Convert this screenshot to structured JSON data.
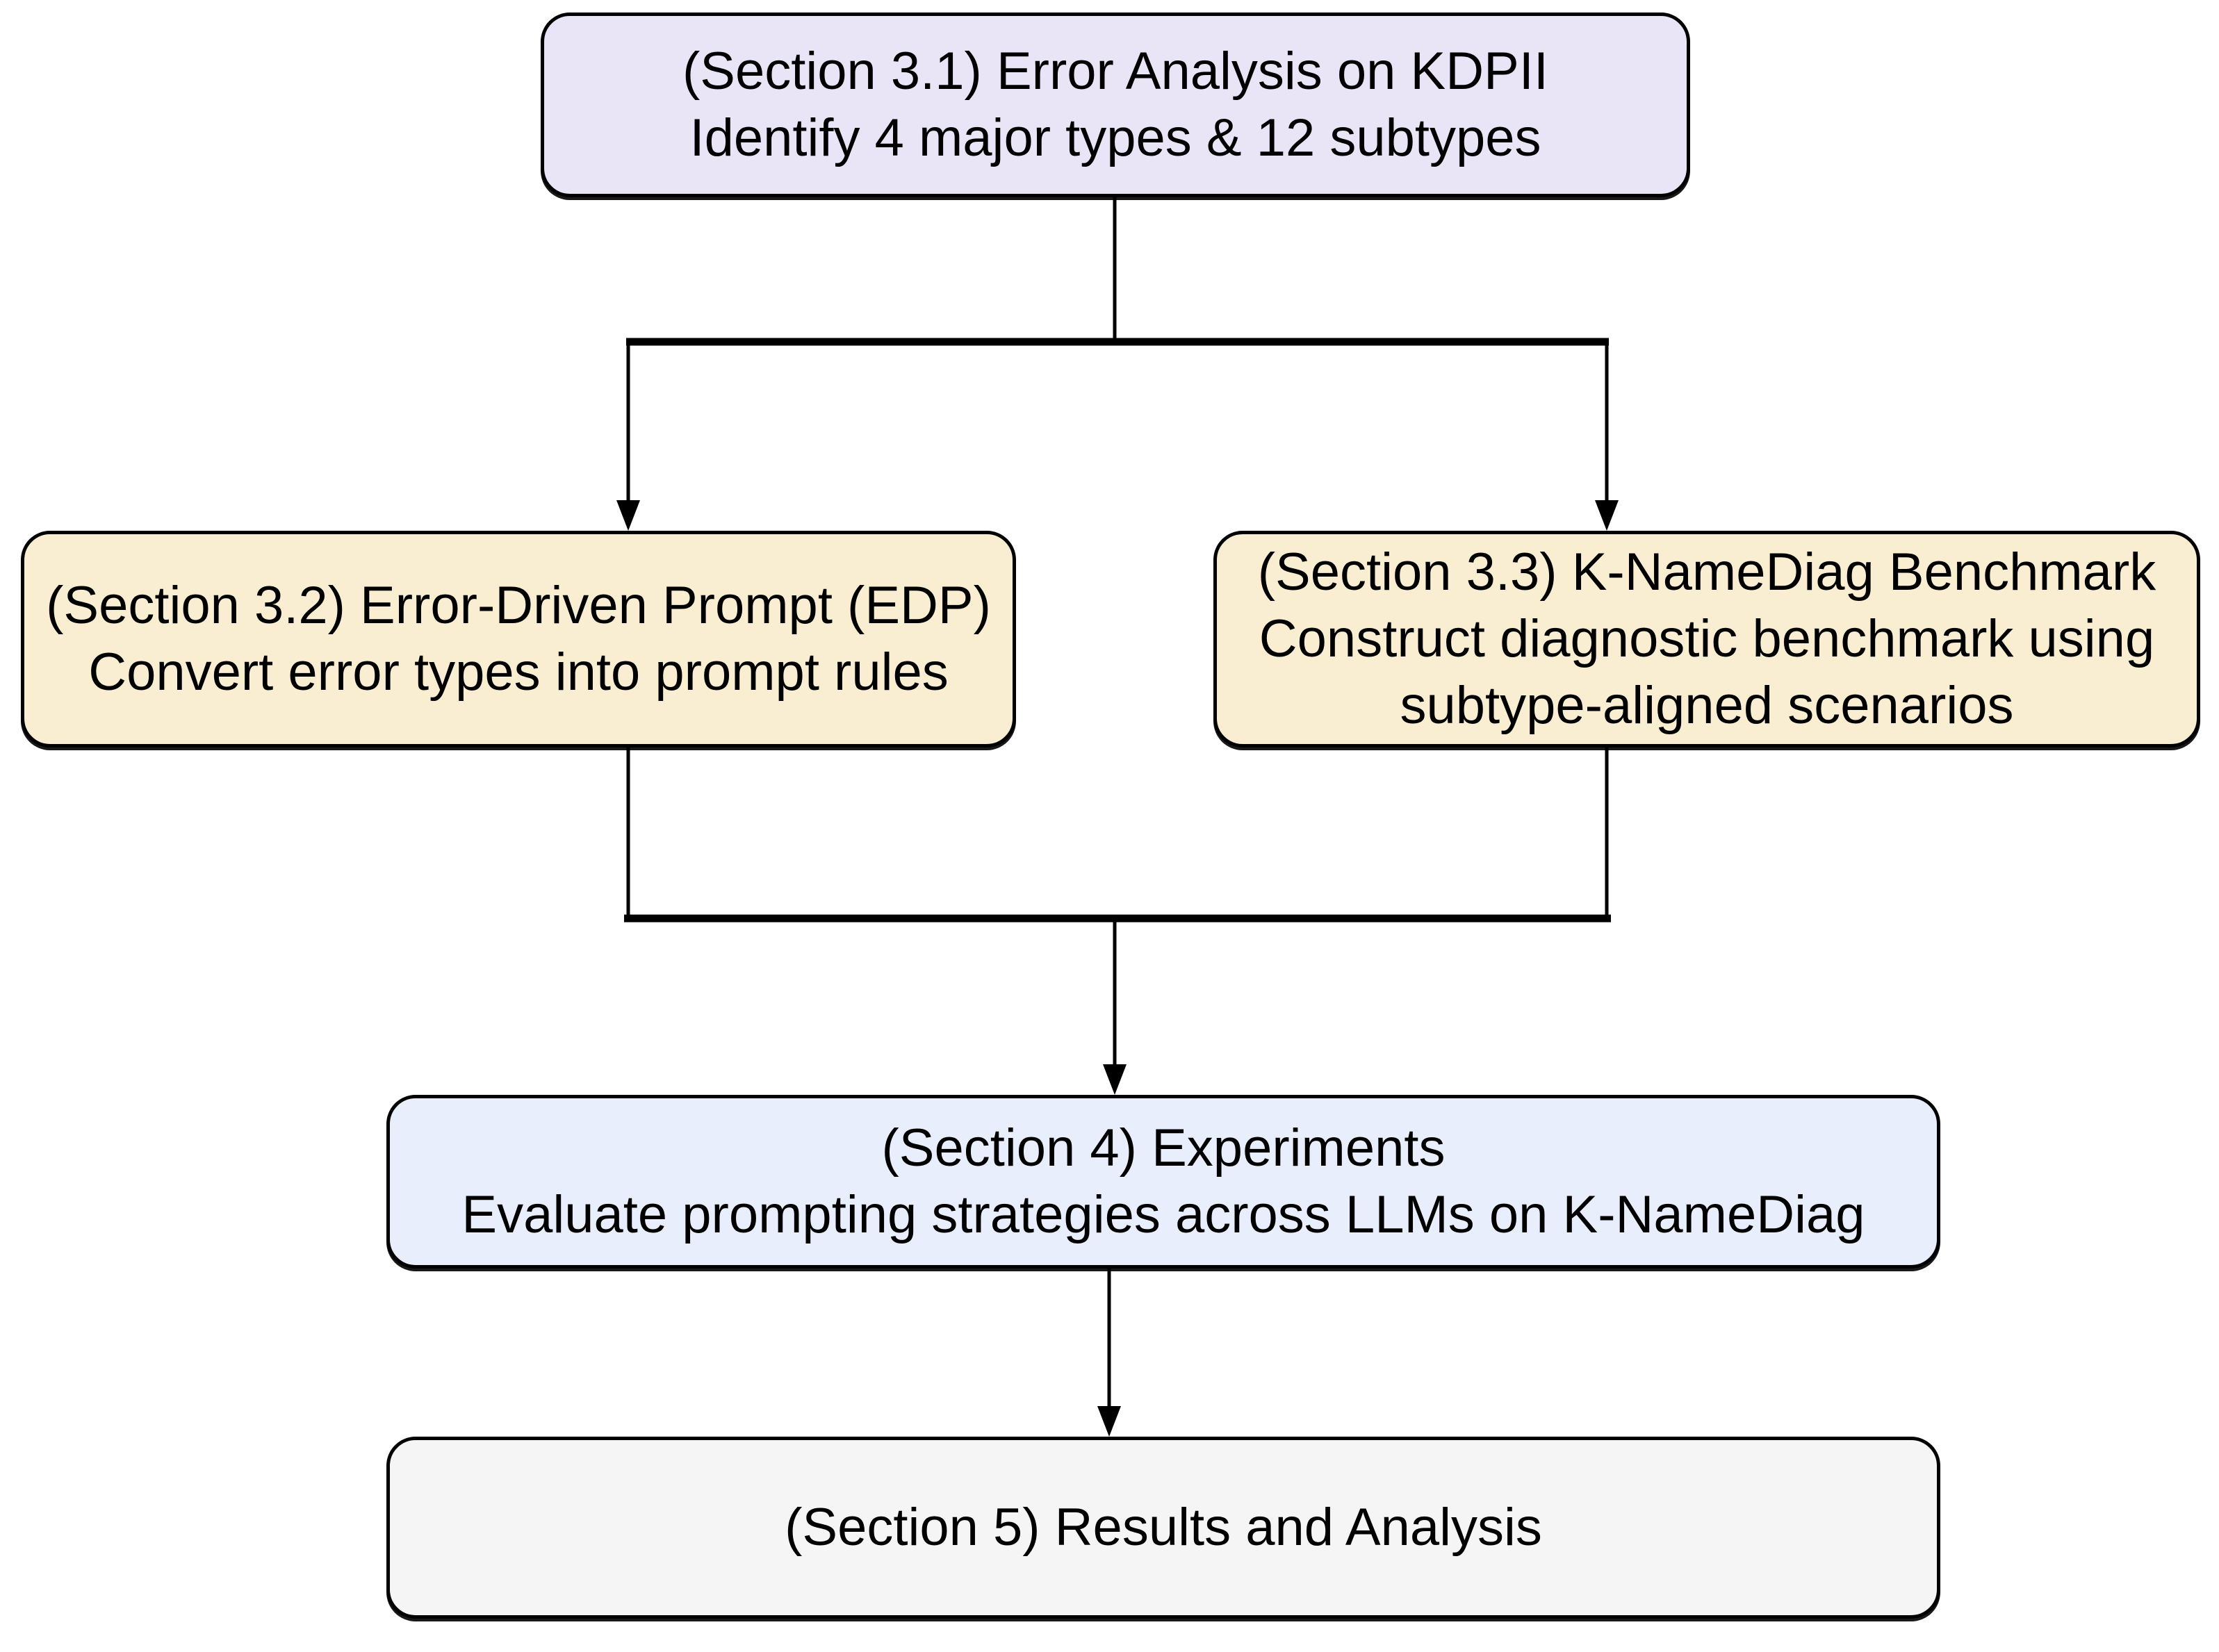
{
  "diagram": {
    "background_color": "#ffffff",
    "line_color": "#000000",
    "nodes": {
      "sec31": {
        "lines": [
          "(Section 3.1) Error Analysis on KDPII",
          "Identify 4 major types & 12 subtypes"
        ],
        "fill": "#eae4f7"
      },
      "sec32": {
        "lines": [
          "(Section 3.2) Error-Driven Prompt (EDP)",
          "Convert error types into prompt rules"
        ],
        "fill": "#f9eed1"
      },
      "sec33": {
        "lines": [
          "(Section 3.3) K-NameDiag Benchmark",
          "Construct diagnostic benchmark using",
          "subtype-aligned scenarios"
        ],
        "fill": "#f9eed1"
      },
      "sec4": {
        "lines": [
          "(Section 4) Experiments",
          "Evaluate prompting strategies across LLMs on K-NameDiag"
        ],
        "fill": "#e8eefc"
      },
      "sec5": {
        "lines": [
          "(Section 5) Results and Analysis"
        ],
        "fill": "#f5f5f5"
      }
    },
    "edges": [
      {
        "from": "sec31",
        "to": "sec32"
      },
      {
        "from": "sec31",
        "to": "sec33"
      },
      {
        "from": "sec32",
        "to": "sec4"
      },
      {
        "from": "sec33",
        "to": "sec4"
      },
      {
        "from": "sec4",
        "to": "sec5"
      }
    ]
  }
}
